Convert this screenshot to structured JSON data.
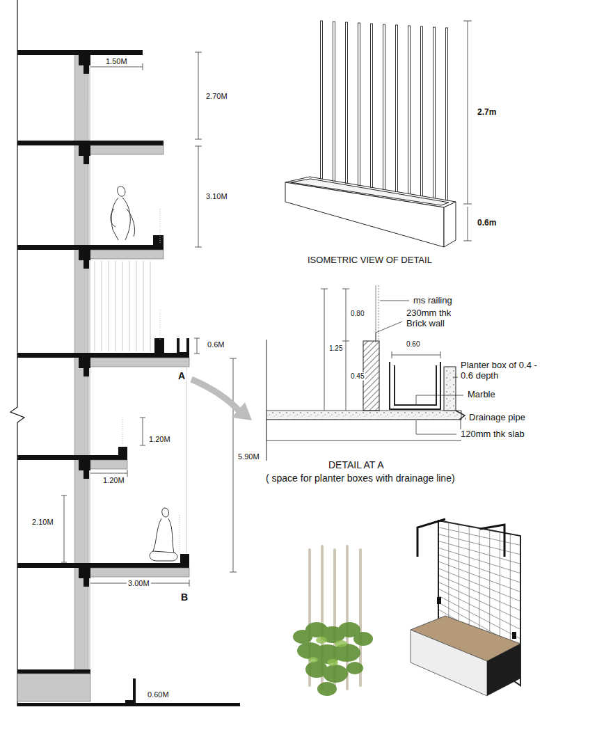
{
  "diagram": {
    "labels": [
      "1.50M",
      "2.70M",
      "3.10M",
      "0.6M",
      "A",
      "5.90M",
      "1.20M",
      "1.20M",
      "2.10M",
      "3.00M",
      "B",
      "0.60M",
      "2.7m",
      "0.6m",
      "ISOMETRIC VIEW OF DETAIL",
      "ms railing",
      "0.80",
      "230mm thk Brick wall",
      "1.25",
      "0.60",
      "0.45",
      "Planter box of 0.4 - 0.6 depth",
      "Marble",
      "Drainage pipe",
      "120mm thk slab",
      "DETAIL AT A",
      "( space for planter boxes with drainage line)"
    ]
  }
}
